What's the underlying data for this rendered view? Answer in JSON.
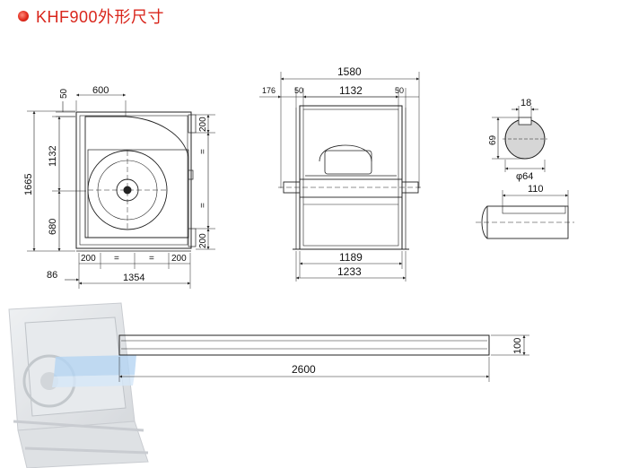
{
  "title": "KHF900外形尺寸",
  "colors": {
    "title": "#d9261c",
    "line": "#222222",
    "photo": "#cfd3d8",
    "accent_blue": "#7fb6e6"
  },
  "front_view": {
    "width_top": "600",
    "top_offset": "50",
    "height_total": "1665",
    "height_upper": "1132",
    "height_lower": "680",
    "right_top": "200",
    "right_bottom": "200",
    "equal_mark": "=",
    "bottom_left": "200",
    "bottom_right": "200",
    "left_offset": "86",
    "width_bottom": "1354"
  },
  "side_view": {
    "overall": "1580",
    "left_ext": "176",
    "flange_left": "50",
    "inner": "1132",
    "flange_right": "50",
    "body_width": "1189",
    "base_width": "1233"
  },
  "shaft": {
    "keyway": "18",
    "height": "69",
    "diameter": "φ64",
    "length": "110"
  },
  "rail": {
    "length": "2600",
    "height": "100"
  }
}
